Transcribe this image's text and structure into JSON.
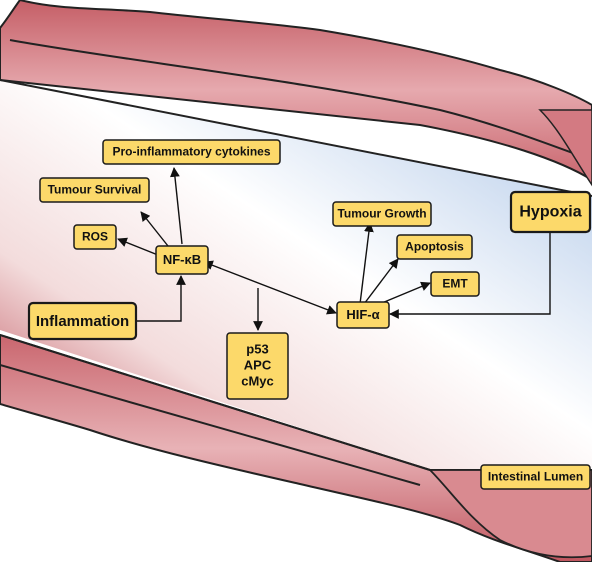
{
  "nodes": {
    "pro_inflammatory_cytokines": "Pro-inflammatory cytokines",
    "tumour_survival": "Tumour Survival",
    "ros": "ROS",
    "nf_kb": "NF-κB",
    "inflammation": "Inflammation",
    "p53_lines": [
      "p53",
      "APC",
      "cMyc"
    ],
    "tumour_growth": "Tumour Growth",
    "apoptosis": "Apoptosis",
    "emt": "EMT",
    "hif_a": "HIF-α",
    "hypoxia": "Hypoxia",
    "intestinal_lumen": "Intestinal Lumen"
  },
  "colors": {
    "box_fill": "#fcd96a",
    "tissue": "#d98a90",
    "tissue_dark": "#b8525a",
    "lumen": "#c9d9ee"
  }
}
